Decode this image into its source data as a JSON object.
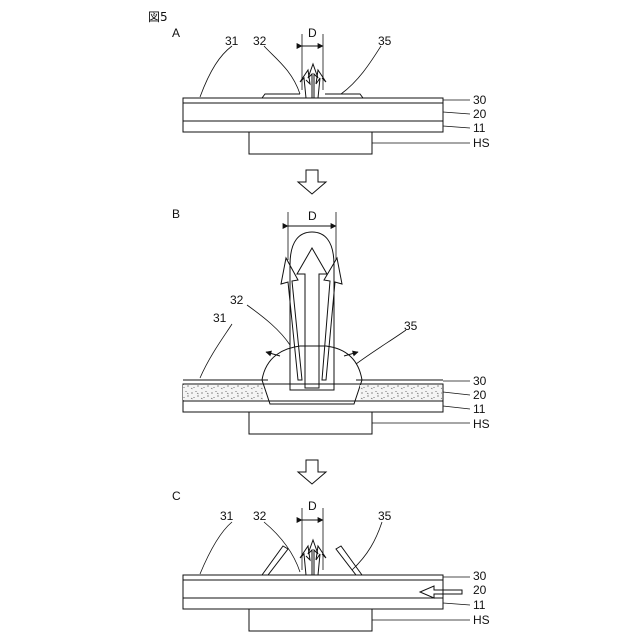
{
  "figure_label": "図5",
  "panels": [
    {
      "id": "A",
      "label": "A",
      "dim": "D",
      "callouts_top": [
        "31",
        "32",
        "35"
      ],
      "layers": [
        "30",
        "20",
        "11",
        "HS"
      ]
    },
    {
      "id": "B",
      "label": "B",
      "dim": "D",
      "callouts_top": [
        "32",
        "31",
        "35"
      ],
      "layers": [
        "30",
        "20",
        "11",
        "HS"
      ]
    },
    {
      "id": "C",
      "label": "C",
      "dim": "D",
      "callouts_top": [
        "31",
        "32",
        "35"
      ],
      "layers": [
        "30",
        "20",
        "11",
        "HS"
      ]
    }
  ]
}
